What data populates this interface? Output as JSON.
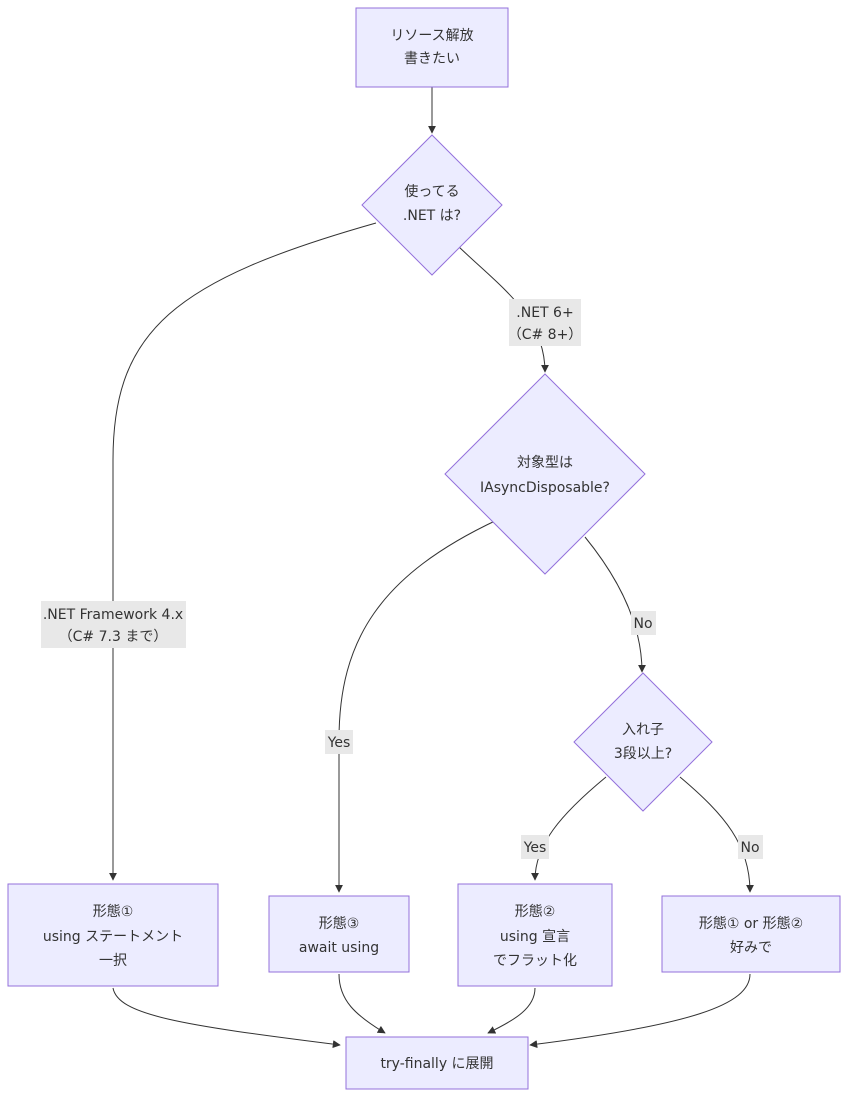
{
  "colors": {
    "node_fill": "#ECECFF",
    "node_stroke": "#9370DB",
    "edge": "#333333",
    "label_bg": "#E8E8E8",
    "text": "#333333"
  },
  "nodes": {
    "start": {
      "lines": [
        "リソース解放",
        "書きたい"
      ]
    },
    "q_dotnet": {
      "lines": [
        "使ってる",
        ".NET は?"
      ]
    },
    "q_async": {
      "lines": [
        "対象型は",
        "IAsyncDisposable?"
      ]
    },
    "q_nest": {
      "lines": [
        "入れ子",
        "3段以上?"
      ]
    },
    "form1": {
      "lines": [
        "形態①",
        "using ステートメント",
        "一択"
      ]
    },
    "form3": {
      "lines": [
        "形態③",
        "await using"
      ]
    },
    "form2": {
      "lines": [
        "形態②",
        "using 宣言",
        "でフラット化"
      ]
    },
    "form12": {
      "lines": [
        "形態① or 形態②",
        "好みで"
      ]
    },
    "end": {
      "lines": [
        "try-finally に展開"
      ]
    }
  },
  "edge_labels": {
    "framework": [
      "..NET Framework 4.x",
      "（C# 7.3 まで）"
    ],
    "net6": [
      ".NET 6+",
      "（C# 8+）"
    ],
    "async_yes": [
      "Yes"
    ],
    "async_no": [
      "No"
    ],
    "nest_yes": [
      "Yes"
    ],
    "nest_no": [
      "No"
    ]
  }
}
